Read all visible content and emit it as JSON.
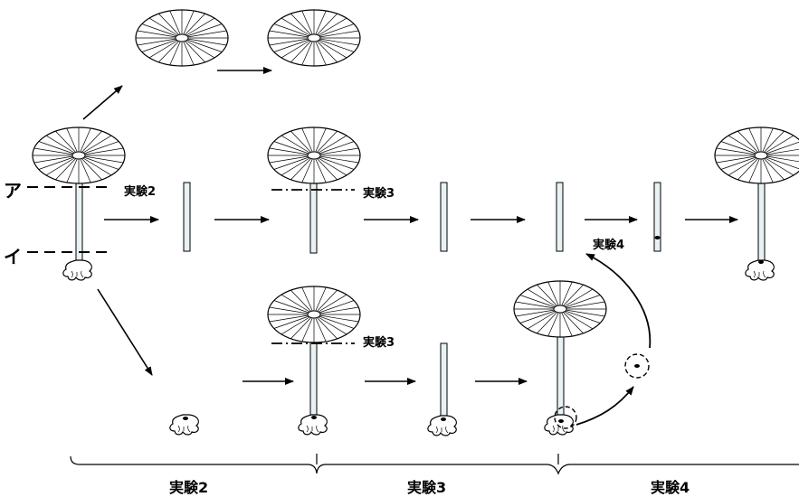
{
  "cut_labels": {
    "a": "ア",
    "i": "イ"
  },
  "step_labels": {
    "exp2_top": "実験2",
    "exp3_mid": "実験3",
    "exp4_mid": "実験4",
    "exp3_low": "実験3"
  },
  "bottom_labels": [
    "実験2",
    "実験3",
    "実験4"
  ],
  "colors": {
    "line": "#000000",
    "stalk": "#e8f1f3",
    "background": "#ffffff"
  },
  "icons": [
    "umbrella-cap-icon",
    "stalk-icon",
    "rhizoid-icon",
    "nucleus-icon",
    "arrow-icon"
  ]
}
